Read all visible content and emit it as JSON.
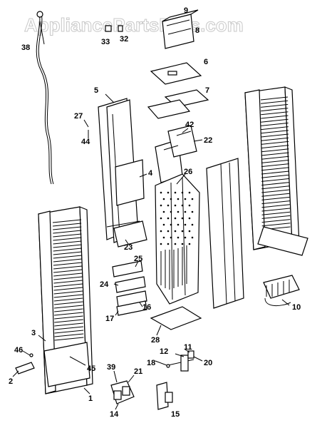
{
  "watermark": "AppliancePartsPros.com",
  "callouts": [
    {
      "id": "c9",
      "text": "9"
    },
    {
      "id": "c8",
      "text": "8"
    },
    {
      "id": "c33",
      "text": "33"
    },
    {
      "id": "c32",
      "text": "32"
    },
    {
      "id": "c38",
      "text": "38"
    },
    {
      "id": "c6",
      "text": "6"
    },
    {
      "id": "c5",
      "text": "5"
    },
    {
      "id": "c7",
      "text": "7"
    },
    {
      "id": "c27",
      "text": "27"
    },
    {
      "id": "c44",
      "text": "44"
    },
    {
      "id": "c42",
      "text": "42"
    },
    {
      "id": "c22",
      "text": "22"
    },
    {
      "id": "c4",
      "text": "4"
    },
    {
      "id": "c26",
      "text": "26"
    },
    {
      "id": "c23",
      "text": "23"
    },
    {
      "id": "c25",
      "text": "25"
    },
    {
      "id": "c24",
      "text": "24"
    },
    {
      "id": "c16",
      "text": "16"
    },
    {
      "id": "c17",
      "text": "17"
    },
    {
      "id": "c10",
      "text": "10"
    },
    {
      "id": "c28",
      "text": "28"
    },
    {
      "id": "c3",
      "text": "3"
    },
    {
      "id": "c46",
      "text": "46"
    },
    {
      "id": "c45",
      "text": "45"
    },
    {
      "id": "c2",
      "text": "2"
    },
    {
      "id": "c1",
      "text": "1"
    },
    {
      "id": "c11",
      "text": "11"
    },
    {
      "id": "c12",
      "text": "12"
    },
    {
      "id": "c18",
      "text": "18"
    },
    {
      "id": "c20",
      "text": "20"
    },
    {
      "id": "c39",
      "text": "39"
    },
    {
      "id": "c21",
      "text": "21"
    },
    {
      "id": "c14",
      "text": "14"
    },
    {
      "id": "c15",
      "text": "15"
    }
  ]
}
